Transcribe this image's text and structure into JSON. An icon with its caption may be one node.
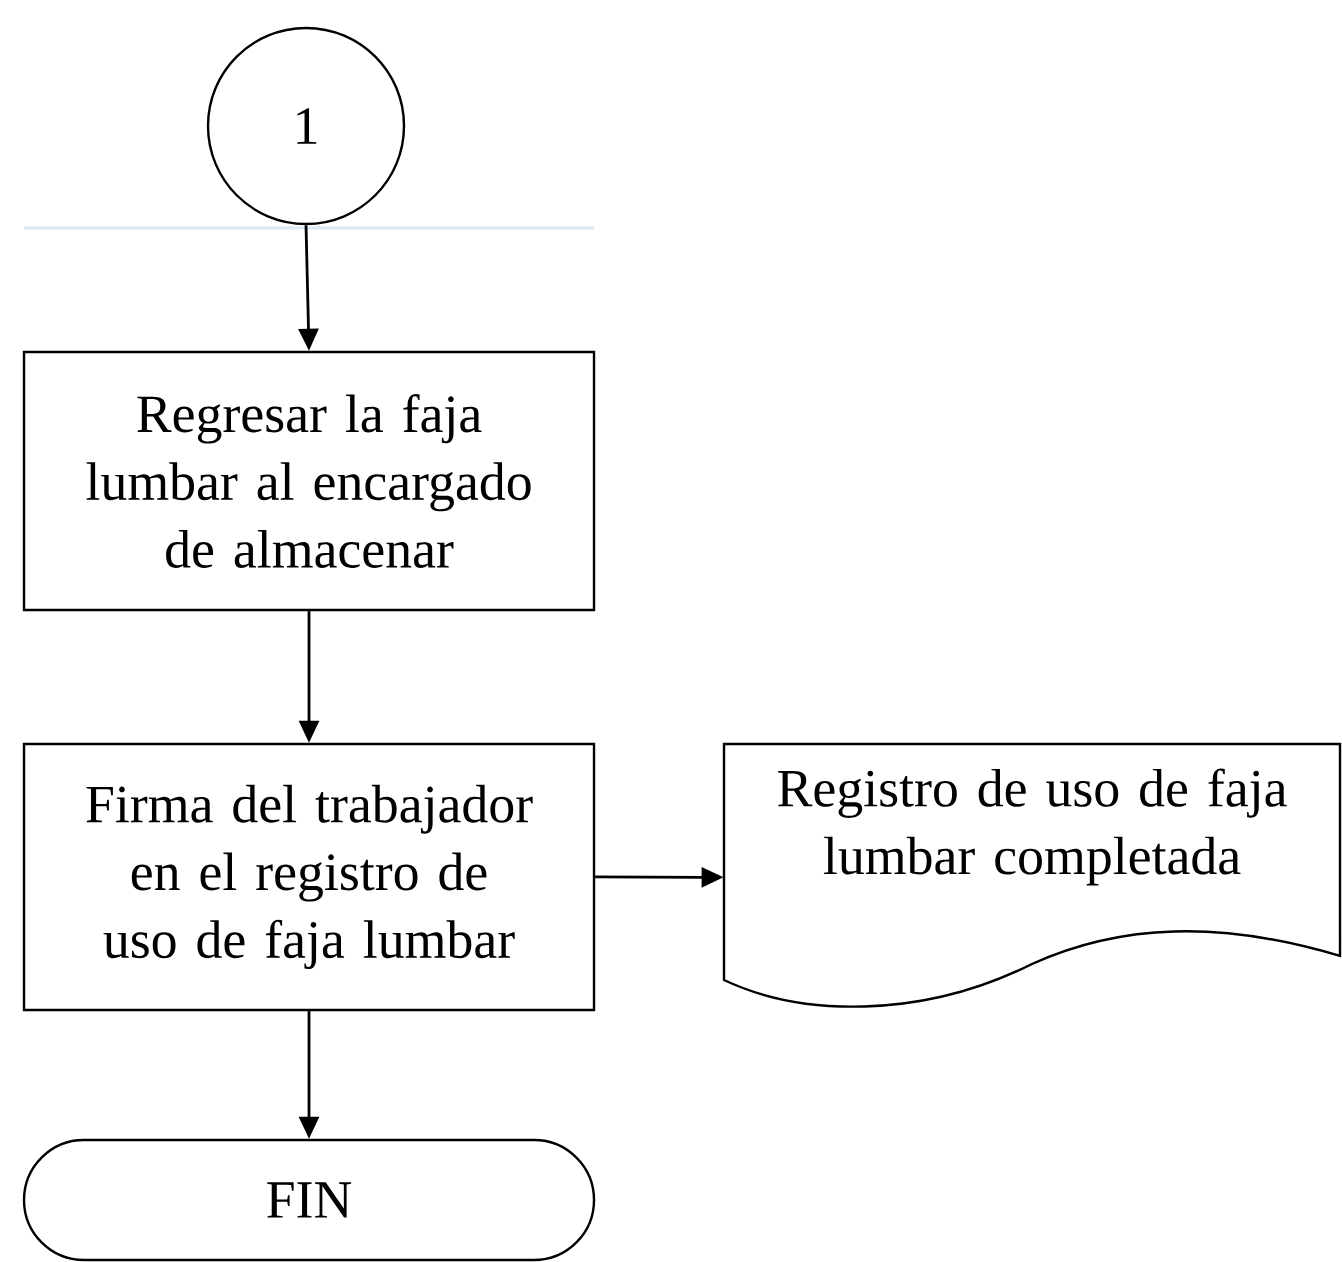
{
  "diagram": {
    "nodes": [
      {
        "text": [
          "1"
        ]
      },
      {
        "text": [
          "Regresar la faja lumbar al encargado de almacenar"
        ]
      },
      {
        "text": [
          "Firma del trabajador en el registro de uso de faja lumbar"
        ]
      },
      {
        "text": [
          "Registro de uso de faja lumbar completada"
        ]
      },
      {
        "text": [
          "FIN"
        ]
      }
    ],
    "edges": [
      {
        "from": 0,
        "to": 1,
        "arrow": "to"
      },
      {
        "from": 1,
        "to": 2,
        "arrow": "to"
      },
      {
        "from": 2,
        "to": 3,
        "arrow": "to"
      },
      {
        "from": 2,
        "to": 4,
        "arrow": "to"
      }
    ]
  }
}
